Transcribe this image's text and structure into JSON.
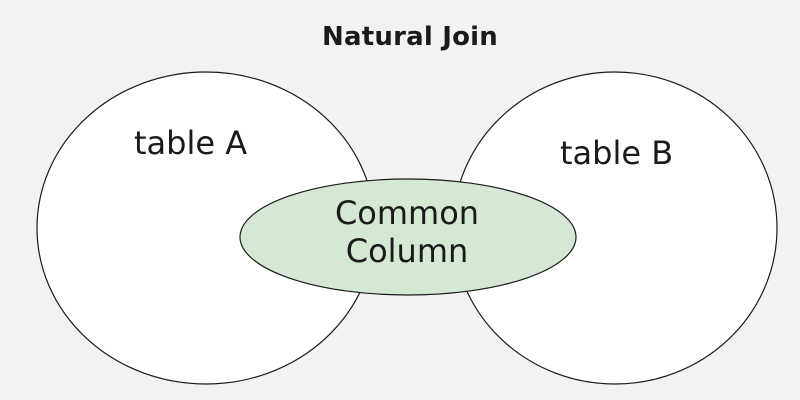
{
  "title": "Natural Join",
  "left_set": {
    "label": "table A"
  },
  "right_set": {
    "label": "table B"
  },
  "intersection": {
    "line1": "Common",
    "line2": "Column",
    "fill_color": "#d5e8d4"
  },
  "colors": {
    "background": "#f2f2f2",
    "circle_fill": "#ffffff",
    "stroke": "#1a1a1a"
  }
}
